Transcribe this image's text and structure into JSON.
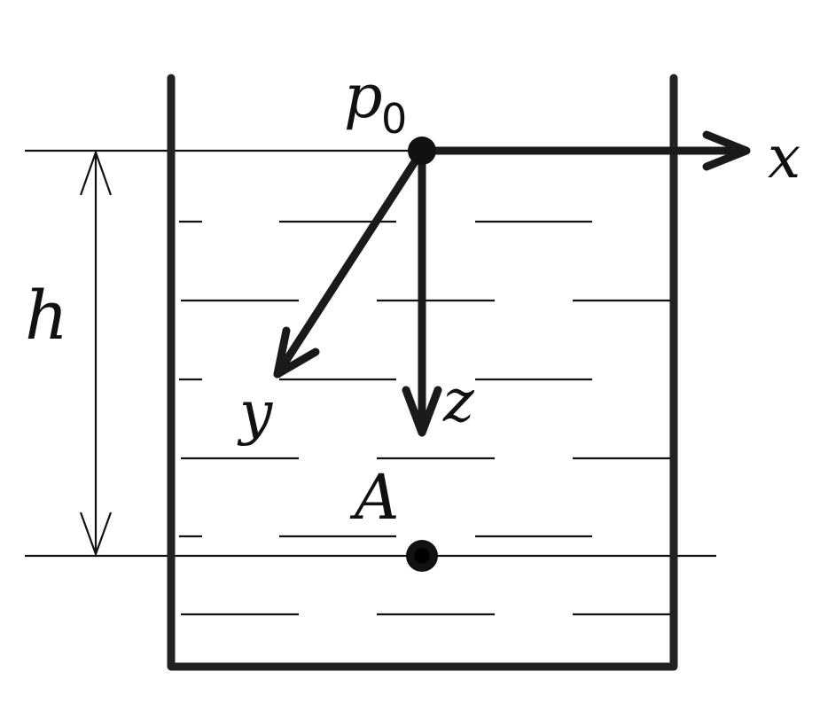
{
  "labels": {
    "pressure_symbol": "p",
    "pressure_subscript": "0",
    "x_axis": "x",
    "y_axis": "y",
    "z_axis": "z",
    "depth": "h",
    "point": "A"
  }
}
